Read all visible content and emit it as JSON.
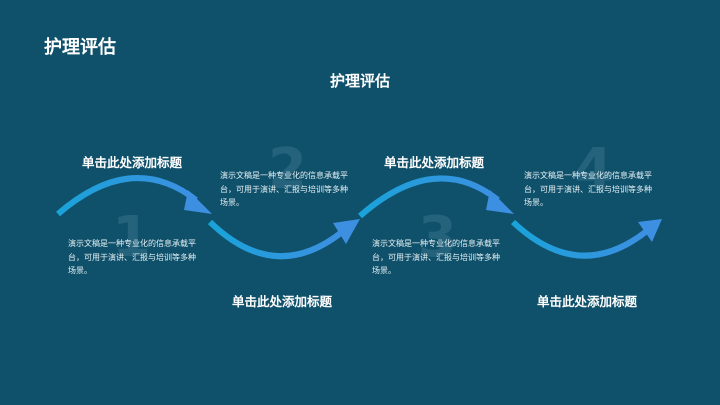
{
  "header": {
    "title": "护理评估"
  },
  "main": {
    "title": "护理评估",
    "steps": [
      {
        "number": "1",
        "title": "单击此处添加标题",
        "desc": "演示文稿是一种专业化的信息承载平台，可用于演讲、汇报与培训等多种场景。"
      },
      {
        "number": "2",
        "title": "单击此处添加标题",
        "desc": "演示文稿是一种专业化的信息承载平台，可用于演讲、汇报与培训等多种场景。"
      },
      {
        "number": "3",
        "title": "单击此处添加标题",
        "desc": "演示文稿是一种专业化的信息承载平台，可用于演讲、汇报与培训等多种场景。"
      },
      {
        "number": "4",
        "title": "单击此处添加标题",
        "desc": "演示文稿是一种专业化的信息承载平台，可用于演讲、汇报与培训等多种场景。"
      }
    ]
  },
  "colors": {
    "background": "#0f516b",
    "arc_start": "#1aa3d9",
    "arc_end": "#3b8fe0",
    "text": "#ffffff"
  }
}
